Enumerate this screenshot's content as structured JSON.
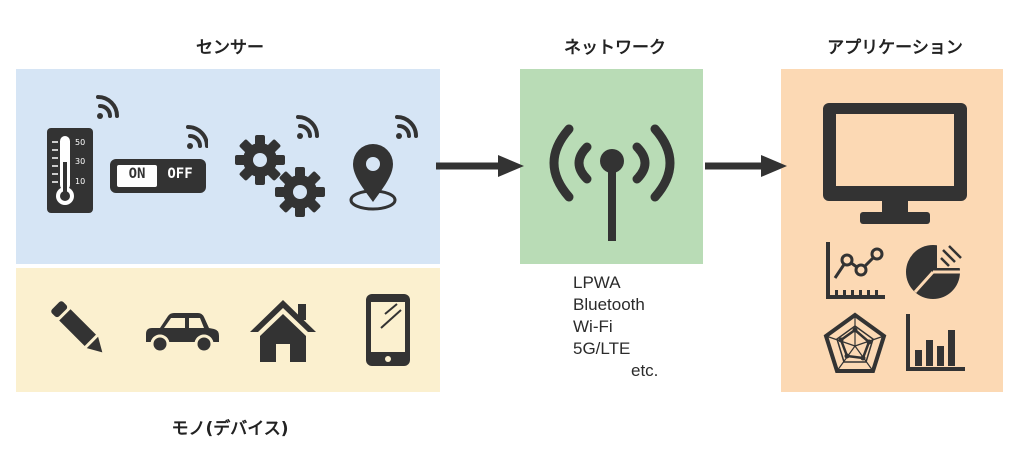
{
  "sensor": {
    "title": "センサー",
    "panel_color": "#d6e5f5",
    "icons": [
      "thermometer-wifi-icon",
      "on-off-switch-wifi-icon",
      "gears-wifi-icon",
      "location-pin-wifi-icon"
    ],
    "thermometer_scale": [
      "50",
      "30",
      "10"
    ],
    "switch_on_label": "ON",
    "switch_off_label": "OFF"
  },
  "things": {
    "title": "モノ(デバイス)",
    "panel_color": "#fbf0cf",
    "icons": [
      "pencil-icon",
      "car-icon",
      "house-icon",
      "smartphone-icon"
    ]
  },
  "network": {
    "title": "ネットワーク",
    "panel_color": "#b9dcb6",
    "icon": "antenna-signal-icon",
    "protocols": [
      "LPWA",
      "Bluetooth",
      "Wi-Fi",
      "5G/LTE"
    ],
    "etc_label": "etc."
  },
  "application": {
    "title": "アプリケーション",
    "panel_color": "#fcd9b4",
    "icons": [
      "monitor-icon",
      "line-chart-icon",
      "pie-chart-icon",
      "radar-chart-icon",
      "bar-chart-icon"
    ]
  },
  "colors": {
    "icon": "#333333",
    "arrow": "#333333"
  }
}
